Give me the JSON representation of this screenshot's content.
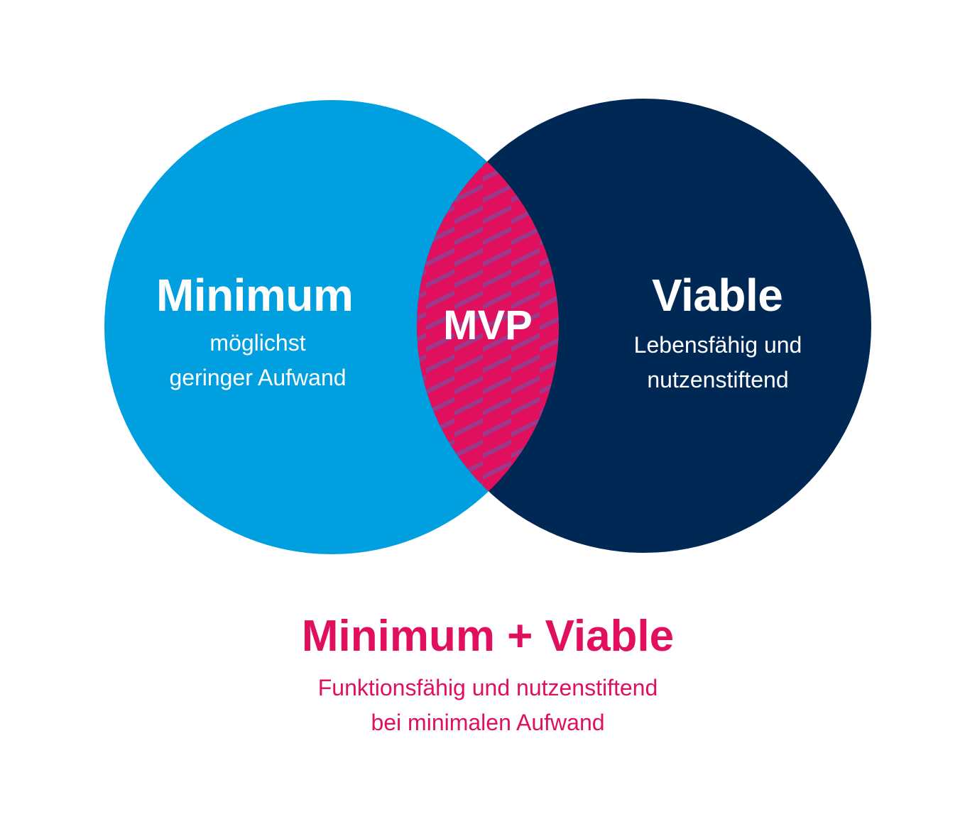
{
  "colors": {
    "minimum_circle": "#009fe0",
    "viable_circle": "#002855",
    "intersection": "#e0105f",
    "intersection_stripe": "#9a3a8c",
    "label_text": "#ffffff",
    "accent_text": "#e0105f"
  },
  "circles": {
    "minimum": {
      "title": "Minimum",
      "subtitle": "möglichst\ngeringer Aufwand"
    },
    "viable": {
      "title": "Viable",
      "subtitle": "Lebensfähig und\nnutzenstiftend"
    },
    "intersection": {
      "label": "MVP",
      "pattern": "diagonal-stripes"
    }
  },
  "summary": {
    "title": "Minimum + Viable",
    "description": "Funktionsfähig und nutzenstiftend\nbei minimalen Aufwand"
  }
}
